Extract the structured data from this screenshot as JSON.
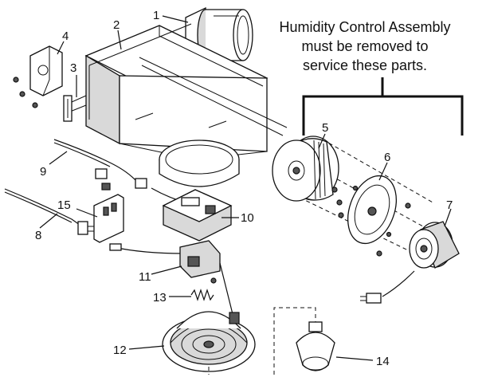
{
  "note": {
    "line1": "Humidity Control Assembly",
    "line2": "must be removed to",
    "line3": "service these parts."
  },
  "callouts": [
    "1",
    "2",
    "3",
    "4",
    "5",
    "6",
    "7",
    "8",
    "9",
    "10",
    "11",
    "12",
    "13",
    "14",
    "15"
  ]
}
